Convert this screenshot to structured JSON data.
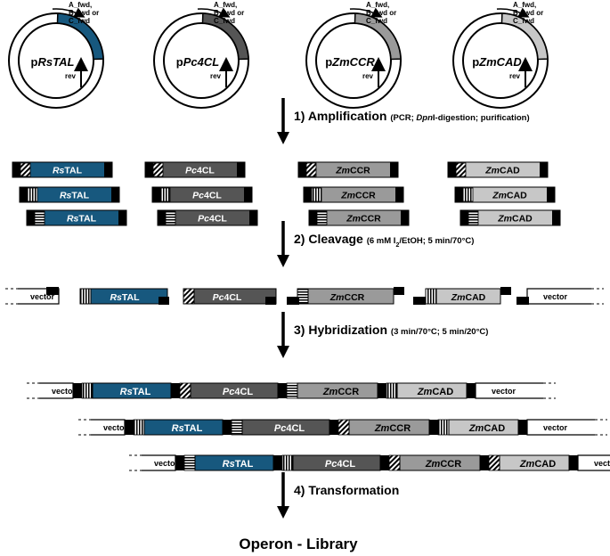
{
  "colors": {
    "RsTAL": "#17587e",
    "Pc4CL": "#555555",
    "ZmCCR": "#9a9a9a",
    "ZmCAD": "#c7c7c7",
    "vector": "#ffffff",
    "end": "#000000"
  },
  "plasmids": [
    {
      "prefix": "p",
      "gene": "RsTAL",
      "primers": [
        "A_fwd,",
        "B_fwd or",
        "C_fwd"
      ],
      "rev": "rev"
    },
    {
      "prefix": "p",
      "gene": "Pc4CL",
      "primers": [
        "A_fwd,",
        "B_fwd or",
        "C_fwd"
      ],
      "rev": "rev"
    },
    {
      "prefix": "p",
      "gene": "ZmCCR",
      "primers": [
        "A_fwd,",
        "B_fwd or",
        "C_fwd"
      ],
      "rev": "rev"
    },
    {
      "prefix": "p",
      "gene": "ZmCAD",
      "primers": [
        "A_fwd,",
        "B_fwd or",
        "C_fwd"
      ],
      "rev": "rev"
    }
  ],
  "genes": {
    "RsTAL": {
      "italic": "Rs",
      "rest": "TAL"
    },
    "Pc4CL": {
      "italic": "Pc",
      "rest": "4CL"
    },
    "ZmCCR": {
      "italic": "Zm",
      "rest": "CCR"
    },
    "ZmCAD": {
      "italic": "Zm",
      "rest": "CAD"
    }
  },
  "vector_label": "vector",
  "steps": [
    {
      "number": "1)",
      "title": "Amplification",
      "details": "(PCR; DpnI-digestion; purification)"
    },
    {
      "number": "2)",
      "title": "Cleavage",
      "details": "(6 mM I2/EtOH; 5 min/70°C)"
    },
    {
      "number": "3)",
      "title": "Hybridization",
      "details": "(3 min/70°C; 5 min/20°C)"
    },
    {
      "number": "4)",
      "title": "Transformation",
      "details": ""
    }
  ],
  "result": "Operon - Library"
}
